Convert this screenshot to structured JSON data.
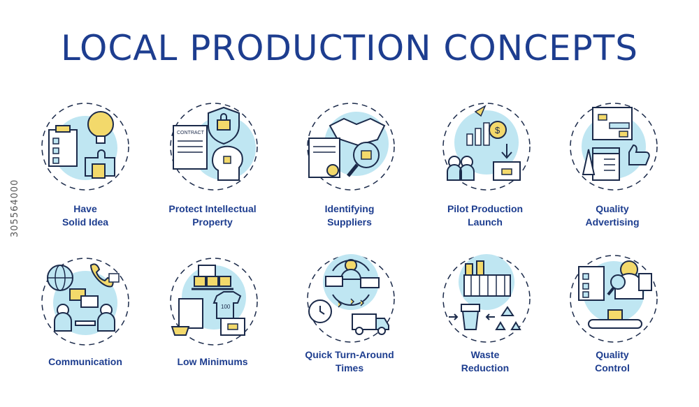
{
  "title": "LOCAL PRODUCTION CONCEPTS",
  "colors": {
    "navy": "#1d3d8f",
    "light_blue": "#bfe6f2",
    "yellow": "#f3d96b",
    "dark": "#1b2a4a"
  },
  "concepts": [
    {
      "icon": "idea-puzzle-icon",
      "line1": "Have",
      "line2": "Solid Idea"
    },
    {
      "icon": "contract-shield-icon",
      "line1": "Protect Intellectual",
      "line2": "Property"
    },
    {
      "icon": "handshake-search-icon",
      "line1": "Identifying",
      "line2": "Suppliers"
    },
    {
      "icon": "launch-growth-icon",
      "line1": "Pilot Production",
      "line2": "Launch"
    },
    {
      "icon": "advertising-thumbs-up-icon",
      "line1": "Quality",
      "line2": "Advertising"
    },
    {
      "icon": "communication-icon",
      "line1": "Communication",
      "line2": ""
    },
    {
      "icon": "boxes-minimum-icon",
      "line1": "Low Minimums",
      "line2": ""
    },
    {
      "icon": "delivery-cycle-icon",
      "line1": "Quick Turn-Around",
      "line2": "Times"
    },
    {
      "icon": "factory-recycle-icon",
      "line1": "Waste",
      "line2": "Reduction"
    },
    {
      "icon": "quality-inspector-icon",
      "line1": "Quality",
      "line2": "Control"
    }
  ],
  "watermark": "305564000"
}
